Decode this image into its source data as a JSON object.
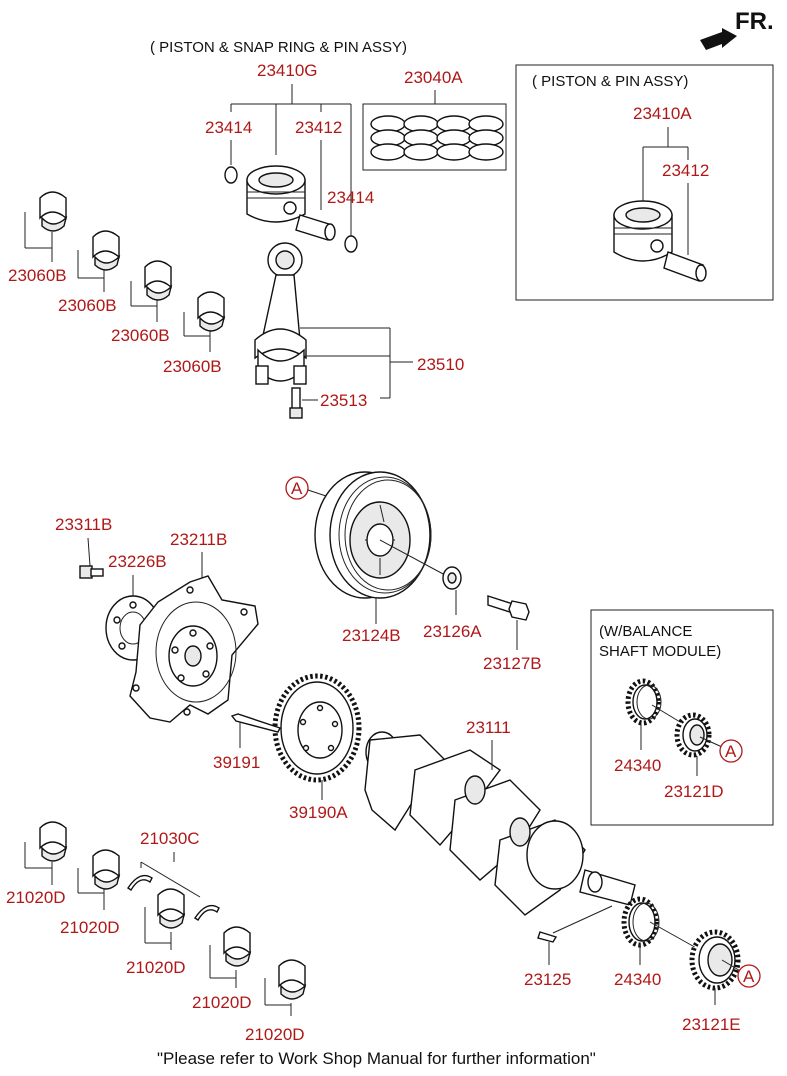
{
  "header": {
    "direction_label": "FR."
  },
  "groups": {
    "piston_snap_ring_pin_assy": "( PISTON & SNAP RING & PIN ASSY)",
    "piston_pin_assy": "( PISTON & PIN ASSY)",
    "balance_shaft_line1": "(W/BALANCE",
    "balance_shaft_line2": "SHAFT MODULE)"
  },
  "callouts": {
    "ref_marker": "A"
  },
  "parts": {
    "p23410G": "23410G",
    "p23040A": "23040A",
    "p23414_a": "23414",
    "p23412_a": "23412",
    "p23414_b": "23414",
    "p23410A": "23410A",
    "p23412_b": "23412",
    "p23060B_1": "23060B",
    "p23060B_2": "23060B",
    "p23060B_3": "23060B",
    "p23060B_4": "23060B",
    "p23510": "23510",
    "p23513": "23513",
    "p23311B": "23311B",
    "p23211B": "23211B",
    "p23226B": "23226B",
    "p23124B": "23124B",
    "p23126A": "23126A",
    "p23127B": "23127B",
    "p24340_a": "24340",
    "p23121D": "23121D",
    "p23111": "23111",
    "p39191": "39191",
    "p39190A": "39190A",
    "p21030C": "21030C",
    "p21020D_1": "21020D",
    "p21020D_2": "21020D",
    "p21020D_3": "21020D",
    "p21020D_4": "21020D",
    "p21020D_5": "21020D",
    "p23125": "23125",
    "p24340_b": "24340",
    "p23121E": "23121E"
  },
  "footer": {
    "note": "\"Please refer to Work Shop Manual for further information\""
  },
  "colors": {
    "label": "#b01818",
    "line": "#222222"
  }
}
